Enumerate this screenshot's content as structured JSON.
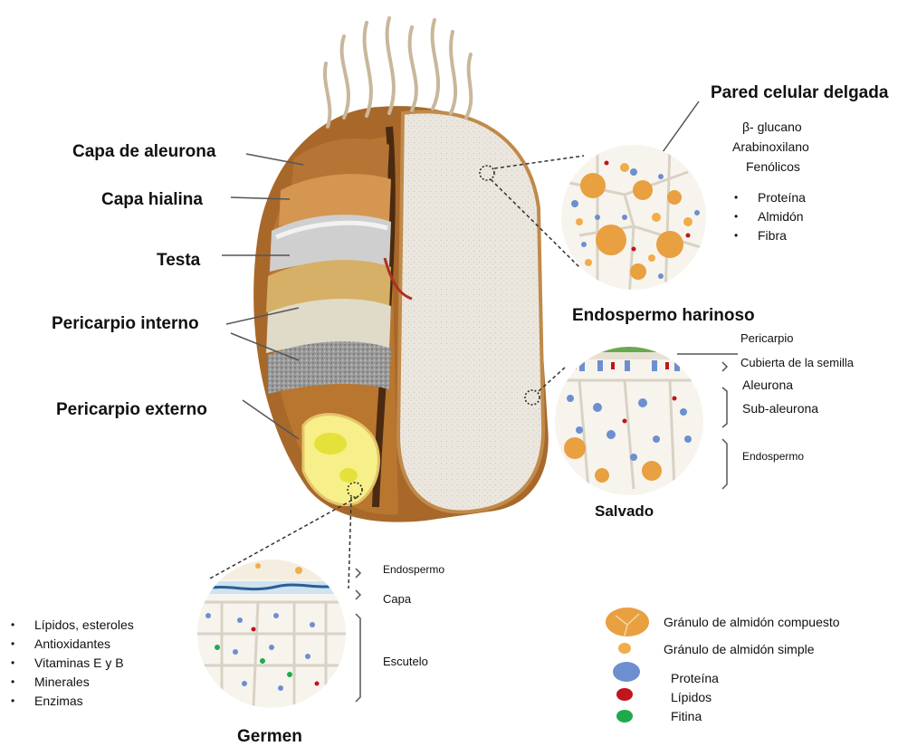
{
  "layers": {
    "aleurona": "Capa de aleurona",
    "hialina": "Capa hialina",
    "testa": "Testa",
    "pericarpio_interno": "Pericarpio interno",
    "pericarpio_externo": "Pericarpio externo"
  },
  "endosperm_panel": {
    "heading": "Pared celular delgada",
    "wall_components": [
      "β- glucano",
      "Arabinoxilano",
      "Fenólicos"
    ],
    "contents": [
      "Proteína",
      "Almidón",
      "Fibra"
    ],
    "caption": "Endospermo harinoso"
  },
  "bran_panel": {
    "layers": [
      "Pericarpio",
      "Cubierta de la semilla",
      "Aleurona",
      "Sub-aleurona",
      "Endospermo"
    ],
    "caption": "Salvado"
  },
  "germ_panel": {
    "layers": [
      "Endospermo",
      "Capa",
      "Escutelo"
    ],
    "contents": [
      "Lípidos, esteroles",
      "Antioxidantes",
      "Vitaminas E y B",
      "Minerales",
      "Enzimas"
    ],
    "caption": "Germen"
  },
  "legend": {
    "items": [
      {
        "label": "Gránulo de almidón compuesto",
        "icon": "compound-starch-granule-icon",
        "color": "#e8a040"
      },
      {
        "label": "Gránulo de almidón simple",
        "icon": "simple-starch-granule-icon",
        "color": "#f0ad4a"
      },
      {
        "label": "Proteína",
        "icon": "protein-icon",
        "color": "#6d8fd0"
      },
      {
        "label": "Lípidos",
        "icon": "lipid-icon",
        "color": "#c0151c"
      },
      {
        "label": "Fitina",
        "icon": "phytin-icon",
        "color": "#1faa4a"
      }
    ]
  },
  "colors": {
    "grain_brown": "#a8682a",
    "endosperm_white": "#ece9e3",
    "germ_yellow": "#f7ef8a",
    "starch_orange": "#e8a040",
    "protein_blue": "#6d8fd0"
  }
}
